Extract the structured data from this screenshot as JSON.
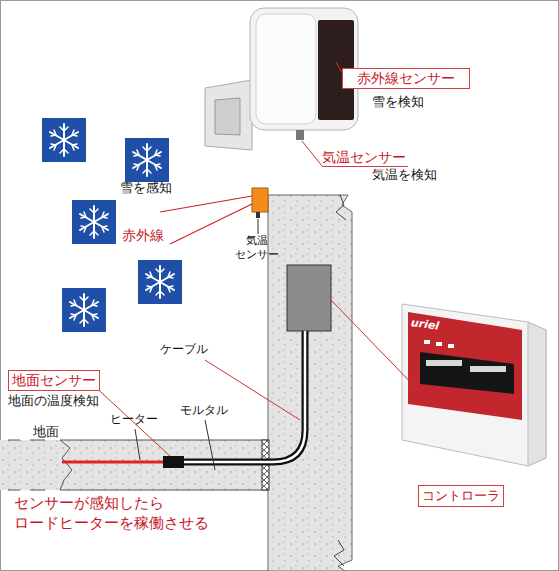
{
  "diagram": {
    "nodes": [
      {
        "text": [
          "赤外線センサー"
        ]
      },
      {
        "text": [
          "地面センサー"
        ]
      },
      {
        "text": [
          "コントローラ"
        ]
      }
    ],
    "labels": [
      "雪を検知",
      "気温センサー",
      "気温を検知",
      "雪を感知",
      "赤外線",
      "気温 センサー",
      "ケーブル",
      "地面の温度検知",
      "ヒーター",
      "モルタル",
      "地面",
      "センサーが感知したら ロードヒーターを稼働させる",
      "uriel"
    ]
  }
}
